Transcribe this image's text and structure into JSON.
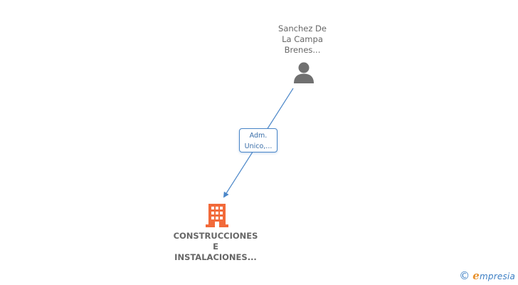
{
  "person": {
    "name_lines": [
      "Sanchez De",
      "La Campa",
      "Brenes..."
    ],
    "icon": "person-icon"
  },
  "relation": {
    "role_lines": [
      "Adm.",
      "Unico,..."
    ]
  },
  "company": {
    "name_lines": [
      "CONSTRUCCIONES",
      "E",
      "INSTALACIONES..."
    ],
    "icon": "building-icon"
  },
  "footer": {
    "copyright_symbol": "©",
    "brand_initial": "e",
    "brand_rest": "mpresia"
  },
  "colors": {
    "person_icon": "#707070",
    "company_icon": "#f26a3a",
    "edge": "#4a86c8",
    "label_text": "#666666",
    "brand_blue": "#3d7fc4",
    "brand_orange": "#e8902a"
  }
}
